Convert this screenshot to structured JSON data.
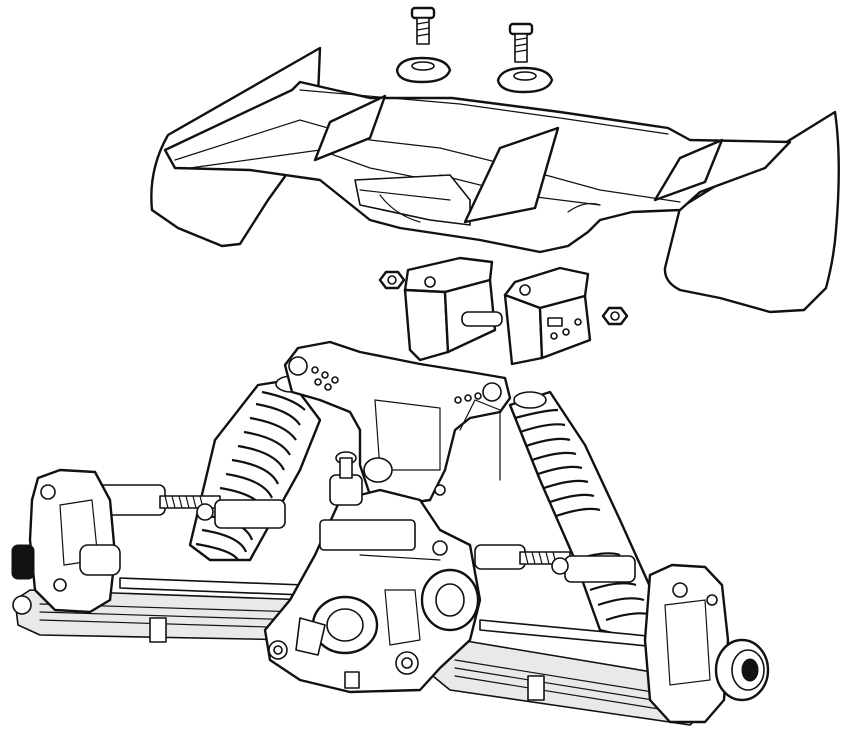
{
  "diagram": {
    "type": "exploded-assembly-line-drawing",
    "colors": {
      "line": "#111111",
      "fill": "#ffffff",
      "shade": "#e9e9e9"
    },
    "parts": [
      "wing-mounting-screw",
      "wing-washer",
      "rear-wing",
      "wing-mount",
      "lock-nut",
      "shock-tower",
      "shock-absorber",
      "hub-carrier",
      "turnbuckle-link",
      "suspension-arm",
      "differential-housing",
      "wheel-axle"
    ]
  }
}
